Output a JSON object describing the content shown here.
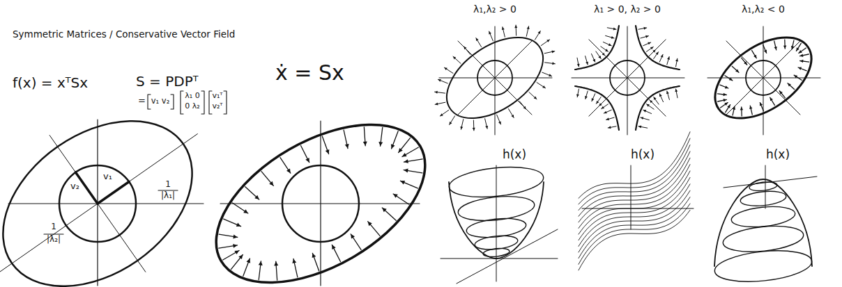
{
  "diagram": {
    "title": "Symmetric Matrices / Conservative Vector Field",
    "labels": [
      "f(x) = xᵀSx",
      "S = PDPᵀ",
      "=",
      "v₁ v₂",
      "λ₁ 0",
      "0 λ₂",
      "v₁ᵀ",
      "v₂ᵀ",
      "ẋ = Sx",
      "v₂",
      "v₁",
      "1",
      "|λ₂|",
      "1",
      "|λ₁|",
      "λ₁,λ₂ > 0",
      "λ₁ > 0, λ₂ > 0",
      "λ₁,λ₂ < 0",
      "h(x)",
      "h(x)",
      "h(x)"
    ]
  }
}
